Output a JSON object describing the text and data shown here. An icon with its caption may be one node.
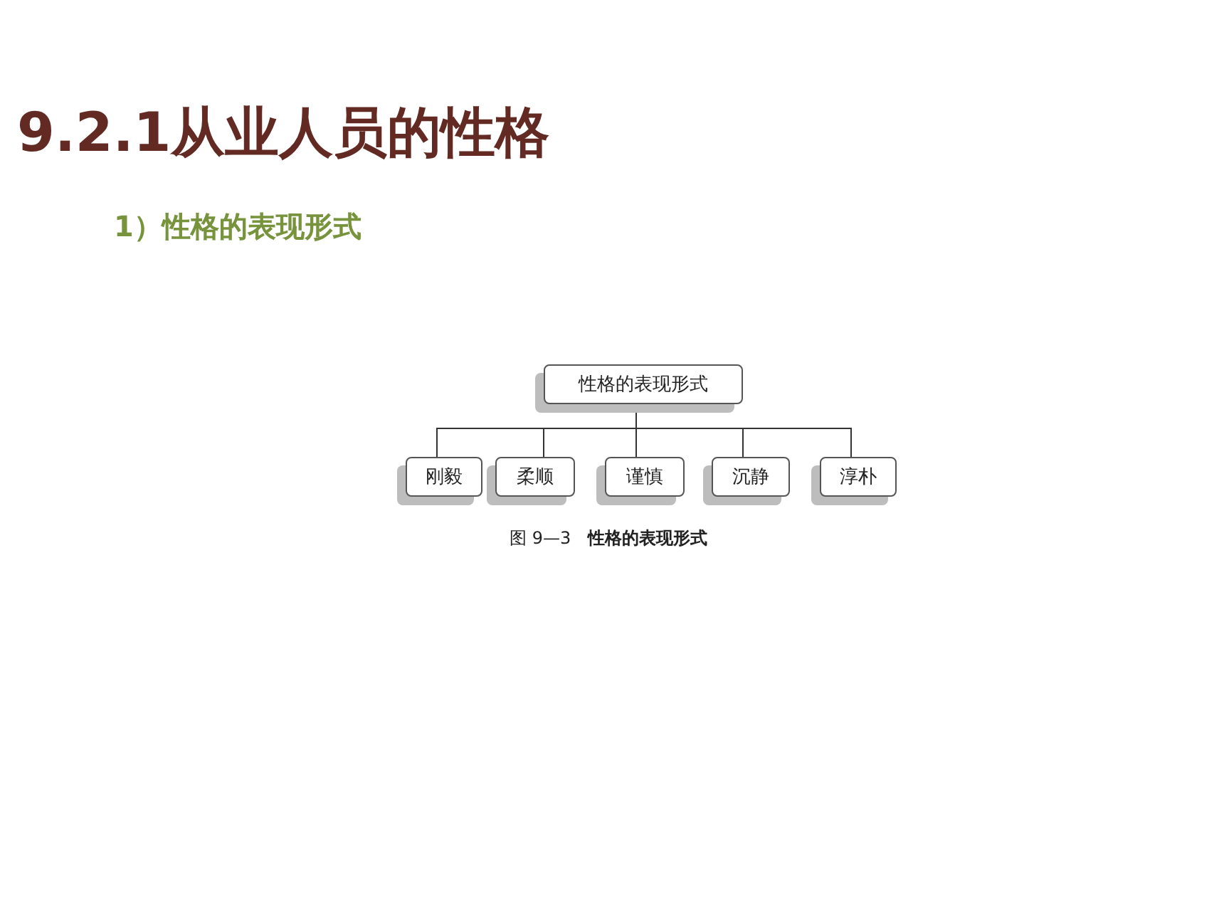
{
  "diagram": {
    "title": "9.2.1从业人员的性格",
    "caption": "图 9—3　**性格的表现形式**",
    "labels": [
      "1）性格的表现形式"
    ],
    "nodes": [
      {
        "text": [
          "性格的表现形式"
        ]
      },
      {
        "text": [
          "刚毅"
        ]
      },
      {
        "text": [
          "柔顺"
        ]
      },
      {
        "text": [
          "谨慎"
        ]
      },
      {
        "text": [
          "沉静"
        ]
      },
      {
        "text": [
          "淳朴"
        ]
      }
    ],
    "edges": [
      {
        "from": 0,
        "to": 1,
        "arrow": "none"
      },
      {
        "from": 0,
        "to": 2,
        "arrow": "none"
      },
      {
        "from": 0,
        "to": 3,
        "arrow": "none"
      },
      {
        "from": 0,
        "to": 4,
        "arrow": "none"
      },
      {
        "from": 0,
        "to": 5,
        "arrow": "none"
      }
    ]
  }
}
